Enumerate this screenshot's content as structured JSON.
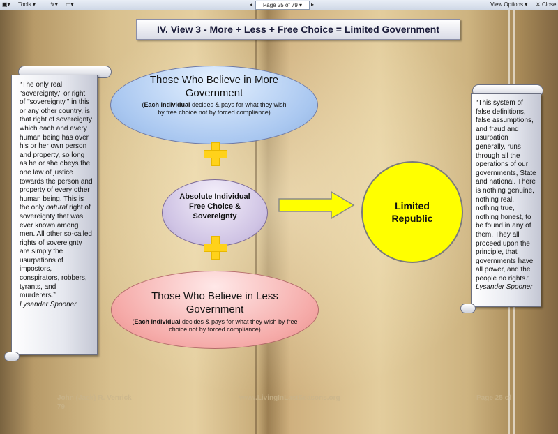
{
  "toolbar": {
    "tools_label": "Tools",
    "page_label": "Page 25 of 79",
    "view_options_label": "View Options",
    "close_label": "Close"
  },
  "slide": {
    "title": "IV. View 3 - More + Less + Free Choice = Limited Government",
    "more": {
      "heading": "Those Who Believe in More Government",
      "bold": "Each individual",
      "rest": " decides & pays for what they wish by free choice not by forced compliance)"
    },
    "less": {
      "heading": "Those Who Believe in Less Government",
      "bold": "Each individual",
      "rest": " decides & pays for what they wish by free choice not by forced compliance)"
    },
    "center": "Absolute Individual Free Choice & Sovereignty",
    "result": "Limited Republic",
    "left_quote": {
      "before_italic": "“The only real \"sovereignty,\" or right of \"sovereignty,\" in this or any other country, is that right of sovereignty which each and every human being has over his or her own person and property, so long as he or she obeys the one law of justice towards the person and property of every other human being. This is the only ",
      "italic": "natural",
      "after_italic": " right of sovereignty that was ever known among men. All other so-called rights of sovereignty are simply the usurpations of impostors, conspirators, robbers, tyrants, and murderers.”",
      "author": "Lysander Spooner"
    },
    "right_quote": {
      "text": "“This system of false definitions, false assumptions, and fraud and usurpation generally, runs through all the operations of our governments, State and national. There is nothing genuine, nothing real, nothing true, nothing honest, to be found in any of them. They all proceed upon the principle, that governments have all power, and the people no rights.”",
      "author": "Lysander Spooner"
    },
    "footer": {
      "left": "John (Jack) R. Venrick",
      "left2": "79",
      "center": "www.LivingInLastSeasons.org",
      "right": "Page 25 of"
    }
  }
}
